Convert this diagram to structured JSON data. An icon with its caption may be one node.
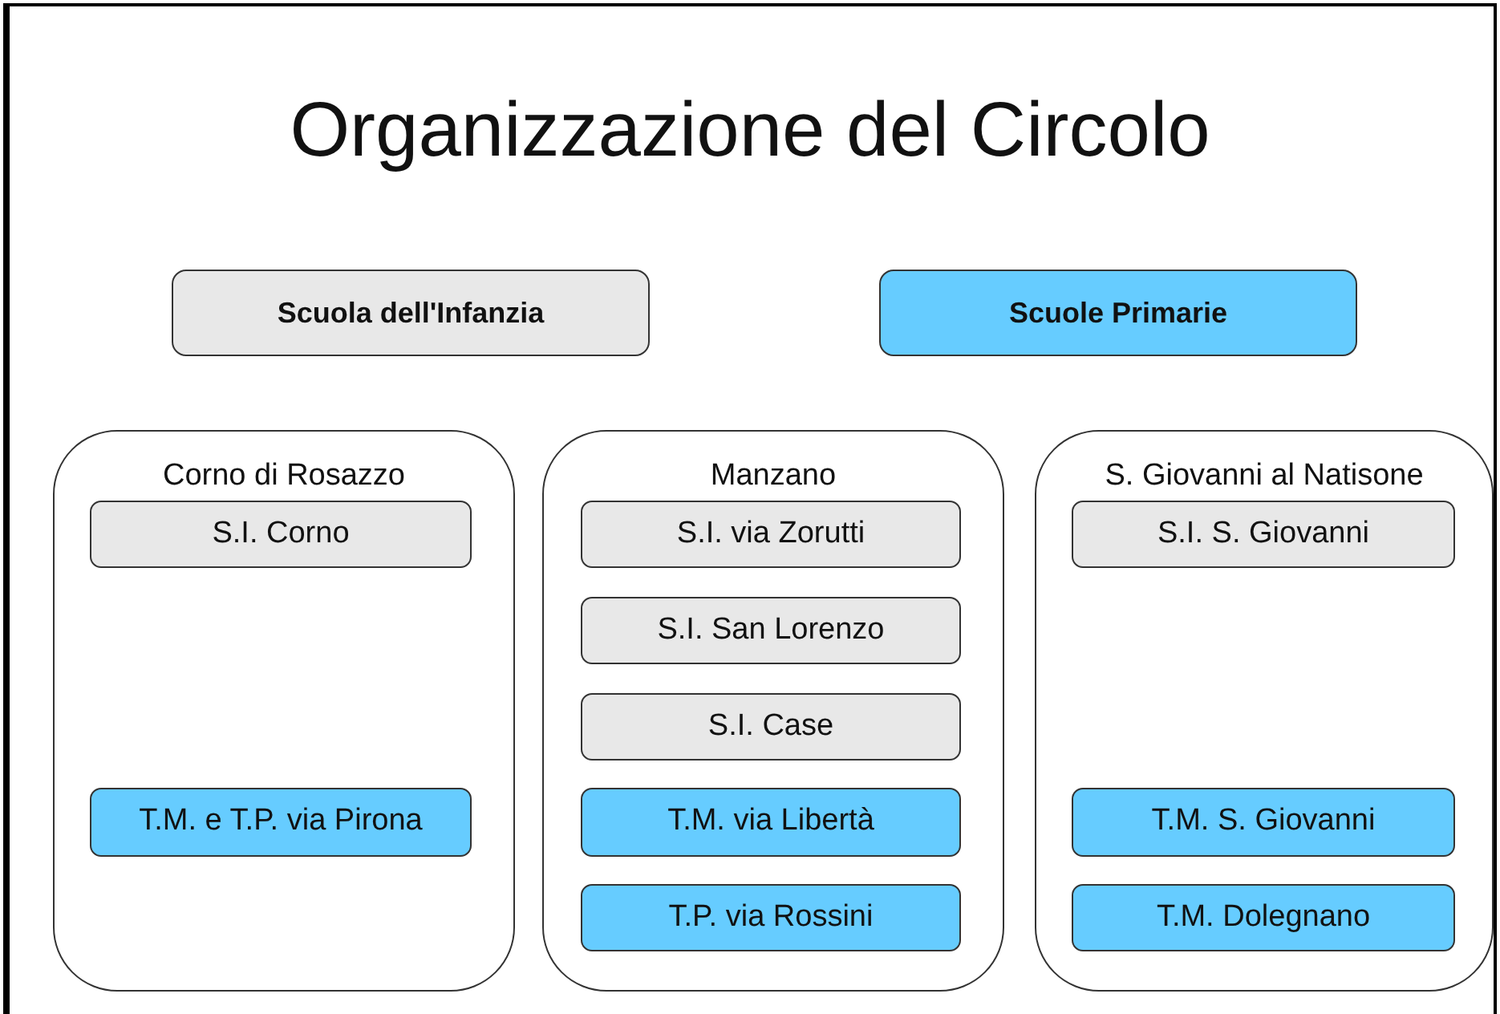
{
  "diagram": {
    "title": "Organizzazione del Circolo",
    "nodes": [
      {
        "text": [
          "Corno di Rosazzo"
        ]
      },
      {
        "text": [
          "S.I. Corno"
        ],
        "in": 0
      },
      {
        "text": [
          "T.M. e T.P. via Pirona"
        ],
        "in": 0
      },
      {
        "text": [
          "Manzano"
        ]
      },
      {
        "text": [
          "S.I. via Zorutti"
        ],
        "in": 3
      },
      {
        "text": [
          "S.I. San Lorenzo"
        ],
        "in": 3
      },
      {
        "text": [
          "S.I. Case"
        ],
        "in": 3
      },
      {
        "text": [
          "T.M. via Libertà"
        ],
        "in": 3
      },
      {
        "text": [
          "T.P. via Rossini"
        ],
        "in": 3
      },
      {
        "text": [
          "S. Giovanni al Natisone"
        ]
      },
      {
        "text": [
          "S.I. S. Giovanni"
        ],
        "in": 9
      },
      {
        "text": [
          "T.M. S. Giovanni"
        ],
        "in": 9
      },
      {
        "text": [
          "T.M. Dolegnano"
        ],
        "in": 9
      }
    ],
    "legend": [
      {
        "text": "Scuola dell'Infanzia",
        "color": "#e8e8e8"
      },
      {
        "text": "Scuole Primarie",
        "color": "#66ccff"
      }
    ]
  }
}
